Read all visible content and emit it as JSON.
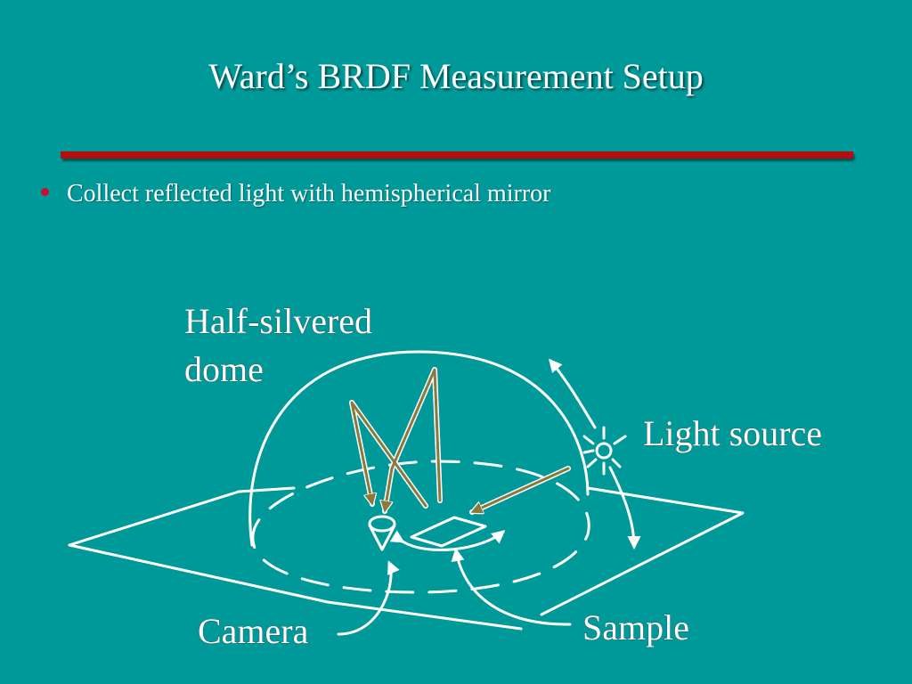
{
  "slide": {
    "title": "Ward’s BRDF Measurement Setup",
    "bullet": "Collect reflected light with hemispherical mirror"
  },
  "diagram": {
    "labels": {
      "dome": [
        "Half-silvered",
        "dome"
      ],
      "light_source": "Light source",
      "camera": "Camera",
      "sample": "Sample"
    }
  },
  "colors": {
    "background": "#009999",
    "title_rule": "#b30d0d",
    "bullet": "#c8102e",
    "line": "#ffffff",
    "ray": "#8a7a3a"
  },
  "icons": [
    "sun-icon",
    "camera-icon"
  ]
}
